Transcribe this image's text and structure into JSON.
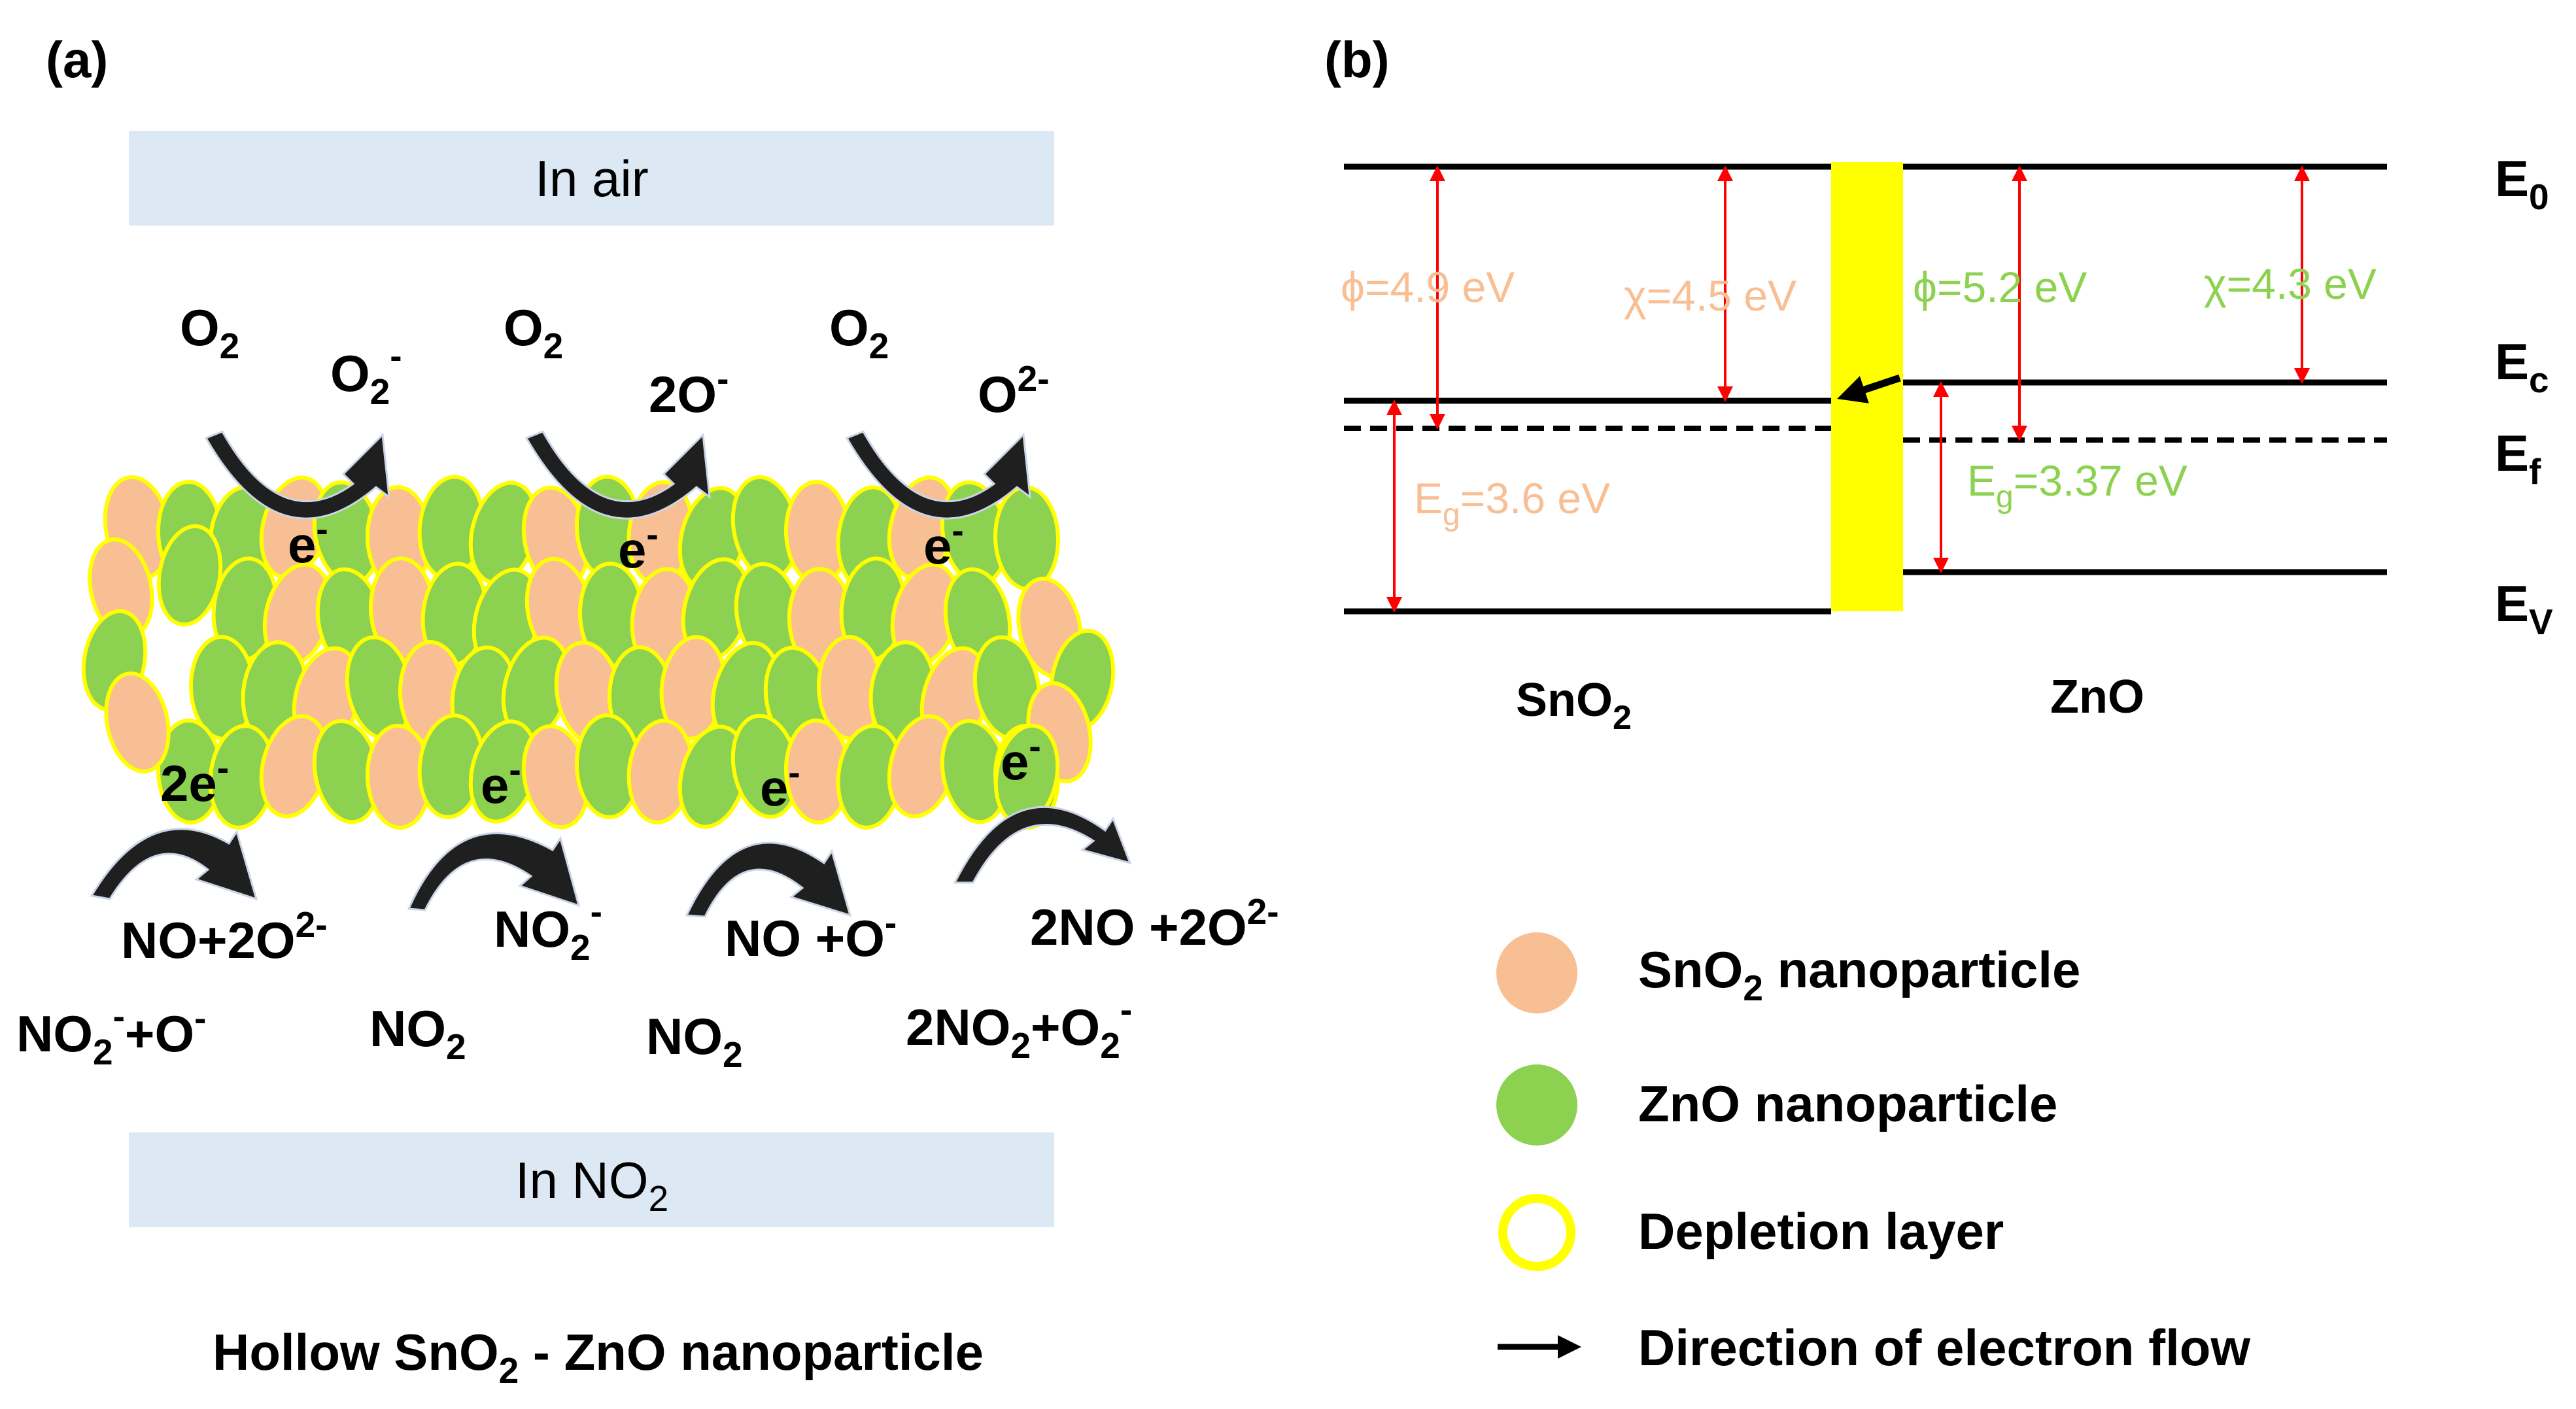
{
  "panel_a": {
    "label": "(a)",
    "air_box": "In air",
    "no2_box": "In NO",
    "no2_box_sub": "2",
    "top_species": [
      {
        "name": "O",
        "sub": "2"
      },
      {
        "name": "O",
        "sub": "2"
      },
      {
        "name": "O",
        "sub": "2"
      }
    ],
    "top_products": [
      {
        "main": "O",
        "sub": "2",
        "sup": "-"
      },
      {
        "main": "2O",
        "sup": "-"
      },
      {
        "main": "O",
        "sup": "2-"
      }
    ],
    "top_electrons": [
      {
        "main": "e",
        "sup": "-"
      },
      {
        "main": "e",
        "sup": "-"
      },
      {
        "main": "e",
        "sup": "-"
      }
    ],
    "bottom_electrons": [
      {
        "main": "2e",
        "sup": "-"
      },
      {
        "main": "e",
        "sup": "-"
      },
      {
        "main": "e",
        "sup": "-"
      },
      {
        "main": "e",
        "sup": "-"
      }
    ],
    "reactions_top_row": [
      {
        "a": "NO+2O",
        "a_sup": "2-"
      },
      {
        "a": "NO",
        "a_sub": "2",
        "a_sup": "-"
      },
      {
        "a": "NO +O",
        "a_sup": "-"
      },
      {
        "a": "2NO +2O",
        "a_sup": "2-"
      }
    ],
    "reactions_bottom_row": [
      {
        "a": "NO",
        "a_sub": "2",
        "a_sup": "-",
        "b": "+O",
        "b_sup": "-"
      },
      {
        "a": "NO",
        "a_sub": "2"
      },
      {
        "a": "NO",
        "a_sub": "2"
      },
      {
        "a": "2NO",
        "a_sub": "2",
        "b": "+O",
        "b_sub": "2",
        "b_sup": "-"
      }
    ],
    "caption": {
      "a": "Hollow SnO",
      "sub": "2",
      "b": " - ZnO nanoparticle"
    }
  },
  "panel_b": {
    "label": "(b)",
    "levels": [
      {
        "main": "E",
        "sub": "0"
      },
      {
        "main": "E",
        "sub": "c"
      },
      {
        "main": "E",
        "sub": "f"
      },
      {
        "main": "E",
        "sub": "V"
      }
    ],
    "sno2_phi": "ϕ=4.9 eV",
    "sno2_chi": "χ=4.5 eV",
    "sno2_eg": {
      "main": "E",
      "sub": "g",
      "rest": "=3.6 eV"
    },
    "zno_phi": "ϕ=5.2 eV",
    "zno_chi": "χ=4.3 eV",
    "zno_eg": {
      "main": "E",
      "sub": "g",
      "rest": "=3.37 eV"
    },
    "material_left": {
      "main": "SnO",
      "sub": "2"
    },
    "material_right": "ZnO"
  },
  "legend": [
    {
      "main": "SnO",
      "sub": "2",
      "rest": " nanoparticle"
    },
    {
      "main": "ZnO nanoparticle"
    },
    {
      "main": "Depletion layer"
    },
    {
      "main": "Direction of electron flow"
    }
  ],
  "colors": {
    "sno2": "#f9bf94",
    "zno": "#8dd151",
    "depletion": "#ffff00",
    "box": "#dce8f4",
    "arrow_red": "#ff0000",
    "sno2_label": "#f9bf94",
    "zno_label": "#8dd151"
  }
}
